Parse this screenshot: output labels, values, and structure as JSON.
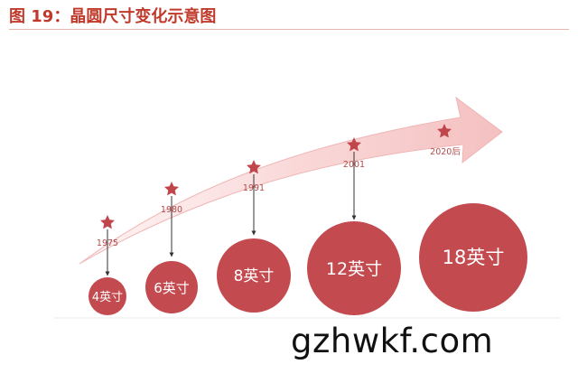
{
  "title": "图 19：晶圆尺寸变化示意图",
  "colors": {
    "title": "#c0392b",
    "arrow": "#f6c8c8",
    "star": "#c0464b",
    "wafer": "#c34a4f",
    "year": "#b04a4a",
    "watermark": "#111111"
  },
  "milestones": [
    {
      "year": "1975",
      "size": "4英寸"
    },
    {
      "year": "1980",
      "size": "6英寸"
    },
    {
      "year": "1991",
      "size": "8英寸"
    },
    {
      "year": "2001",
      "size": "12英寸"
    },
    {
      "year": "2020后",
      "size": "18英寸"
    }
  ],
  "icons": {
    "milestone": "star-icon",
    "connector": "arrow-down-icon",
    "timeline": "curved-arrow-icon"
  },
  "watermark": "gzhwkf.com"
}
